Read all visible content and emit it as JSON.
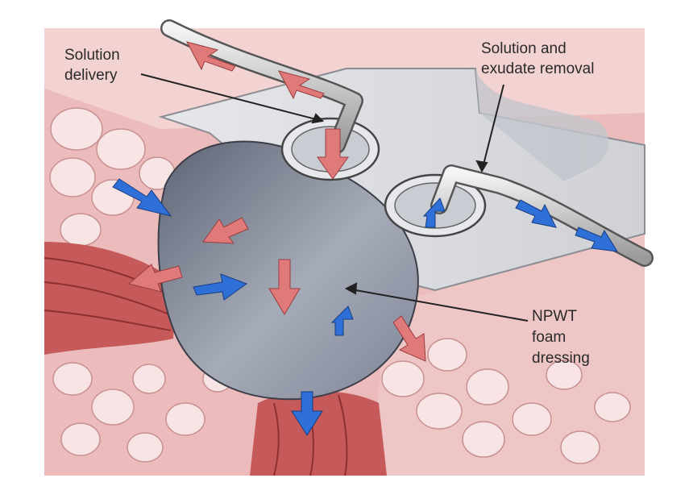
{
  "labels": {
    "solution_delivery": [
      "Solution",
      "delivery"
    ],
    "solution_removal": [
      "Solution and",
      "exudate removal"
    ],
    "foam_dressing": [
      "NPWT",
      "foam",
      "dressing"
    ]
  },
  "colors": {
    "background": "#ffffff",
    "tissue": "#e9b3b3",
    "fat": "#f6dede",
    "muscle": "#c85c5c",
    "drape": "#d7d9dc",
    "foam": "#8f95a6",
    "inflow_arrow": "#e07a7a",
    "outflow_arrow": "#2f6fd8",
    "leader_line": "#222222"
  },
  "icons": [
    "red-inflow-arrow",
    "blue-outflow-arrow"
  ]
}
